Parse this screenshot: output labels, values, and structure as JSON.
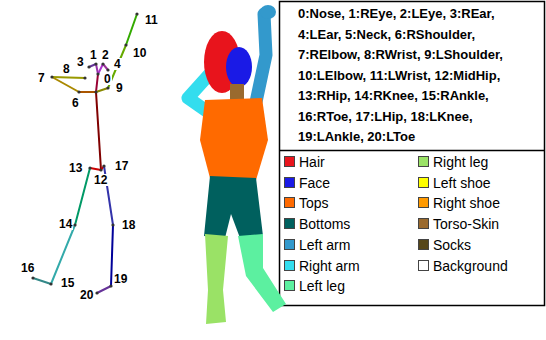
{
  "diagram": {
    "nodes": [
      {
        "text": [
          "0:Nose, 1:REye, 2:LEye, 3:REar,",
          "4:LEar, 5:Neck, 6:RShoulder,",
          "7:RElbow, 8:RWrist, 9:LShoulder,",
          "10:LElbow, 11:LWrist, 12:MidHip,",
          "13:RHip, 14:RKnee, 15:RAnkle,",
          "16:RToe, 17:LHip, 18:LKnee,",
          "19:LAnkle, 20:LToe"
        ]
      }
    ],
    "labels": [
      "0",
      "1",
      "2",
      "3",
      "4",
      "6",
      "7",
      "8",
      "9",
      "10",
      "11",
      "12",
      "13",
      "14",
      "15",
      "16",
      "17",
      "18",
      "19",
      "20"
    ],
    "legend": [
      {
        "text": "Hair",
        "color": "#e8141c"
      },
      {
        "text": "Face",
        "color": "#1a1ae6"
      },
      {
        "text": "Tops",
        "color": "#ff6a00"
      },
      {
        "text": "Bottoms",
        "color": "#00605e"
      },
      {
        "text": "Left arm",
        "color": "#3399cc"
      },
      {
        "text": "Right arm",
        "color": "#33ddee"
      },
      {
        "text": "Left leg",
        "color": "#5cf0a0"
      },
      {
        "text": "Right leg",
        "color": "#9ae266"
      },
      {
        "text": "Left shoe",
        "color": "#ffff00"
      },
      {
        "text": "Right shoe",
        "color": "#ff9a00"
      },
      {
        "text": "Torso-Skin",
        "color": "#9a6a2e"
      },
      {
        "text": "Socks",
        "color": "#55461a"
      },
      {
        "text": "Background",
        "color": "#ffffff"
      }
    ]
  }
}
